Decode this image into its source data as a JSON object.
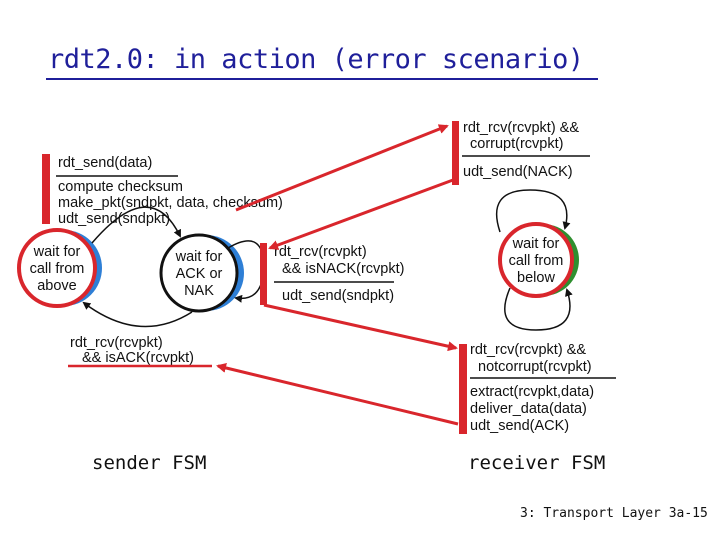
{
  "title": "rdt2.0: in action (error scenario)",
  "colors": {
    "title": "#1f1f9a",
    "highlight": "#d9262c",
    "state_fill": "#2e7fd6",
    "receiver_state_fill": "#2f8f2f"
  },
  "sender": {
    "caption": "sender FSM",
    "states": {
      "wait_above": [
        "wait for",
        "call from",
        "above"
      ],
      "wait_ack": [
        "wait for",
        "ACK or",
        "NAK"
      ]
    },
    "send_transition": {
      "event": "rdt_send(data)",
      "actions": [
        "compute checksum",
        "make_pkt(sndpkt, data, checksum)",
        "udt_send(sndpkt)"
      ]
    },
    "nak_transition": {
      "event": [
        "rdt_rcv(rcvpkt)",
        "&& isNACK(rcvpkt)"
      ],
      "action": "udt_send(sndpkt)"
    },
    "ack_transition": {
      "event": [
        "rdt_rcv(rcvpkt)",
        "&& isACK(rcvpkt)"
      ]
    }
  },
  "receiver": {
    "caption": "receiver FSM",
    "state": [
      "wait for",
      "call from",
      "below"
    ],
    "corrupt_transition": {
      "event": [
        "rdt_rcv(rcvpkt) &&",
        "corrupt(rcvpkt)"
      ],
      "action": "udt_send(NACK)"
    },
    "notcorrupt_transition": {
      "event": [
        "rdt_rcv(rcvpkt) &&",
        "notcorrupt(rcvpkt)"
      ],
      "actions": [
        "extract(rcvpkt,data)",
        "deliver_data(data)",
        "udt_send(ACK)"
      ]
    }
  },
  "footer": "3: Transport Layer 3a-15"
}
